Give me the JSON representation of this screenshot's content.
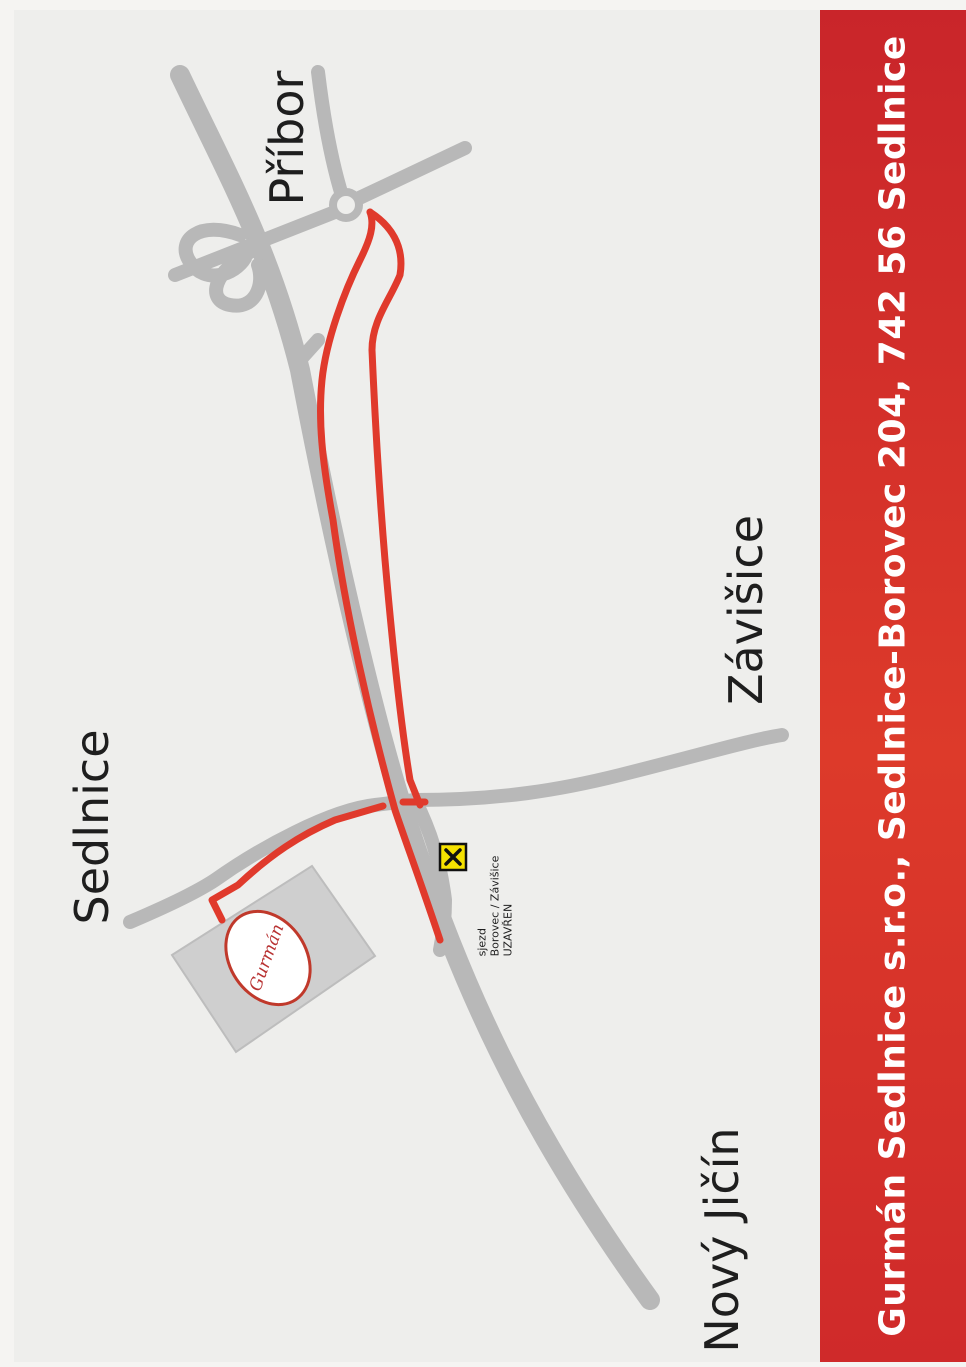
{
  "banner": {
    "text": "Gurmán Sedlnice s.r.o., Sedlnice-Borovec 204, 742 56 Sedlnice"
  },
  "towns": {
    "pribor": "Příbor",
    "sedlnice": "Sedlnice",
    "zavisice": "Závišice",
    "novy_jicin": "Nový Jičín"
  },
  "exit_note": {
    "line1": "sjezd",
    "line2": "Borovec / Závišice",
    "line3": "UZAVŘEN"
  },
  "logo": {
    "text": "Gurmán"
  },
  "colors": {
    "banner": "#cf2a2a",
    "route": "#e03a2c",
    "road": "#b8b8b8",
    "closed_sign": "#f5e100"
  },
  "icons": {
    "closed_exit": "x-icon"
  }
}
